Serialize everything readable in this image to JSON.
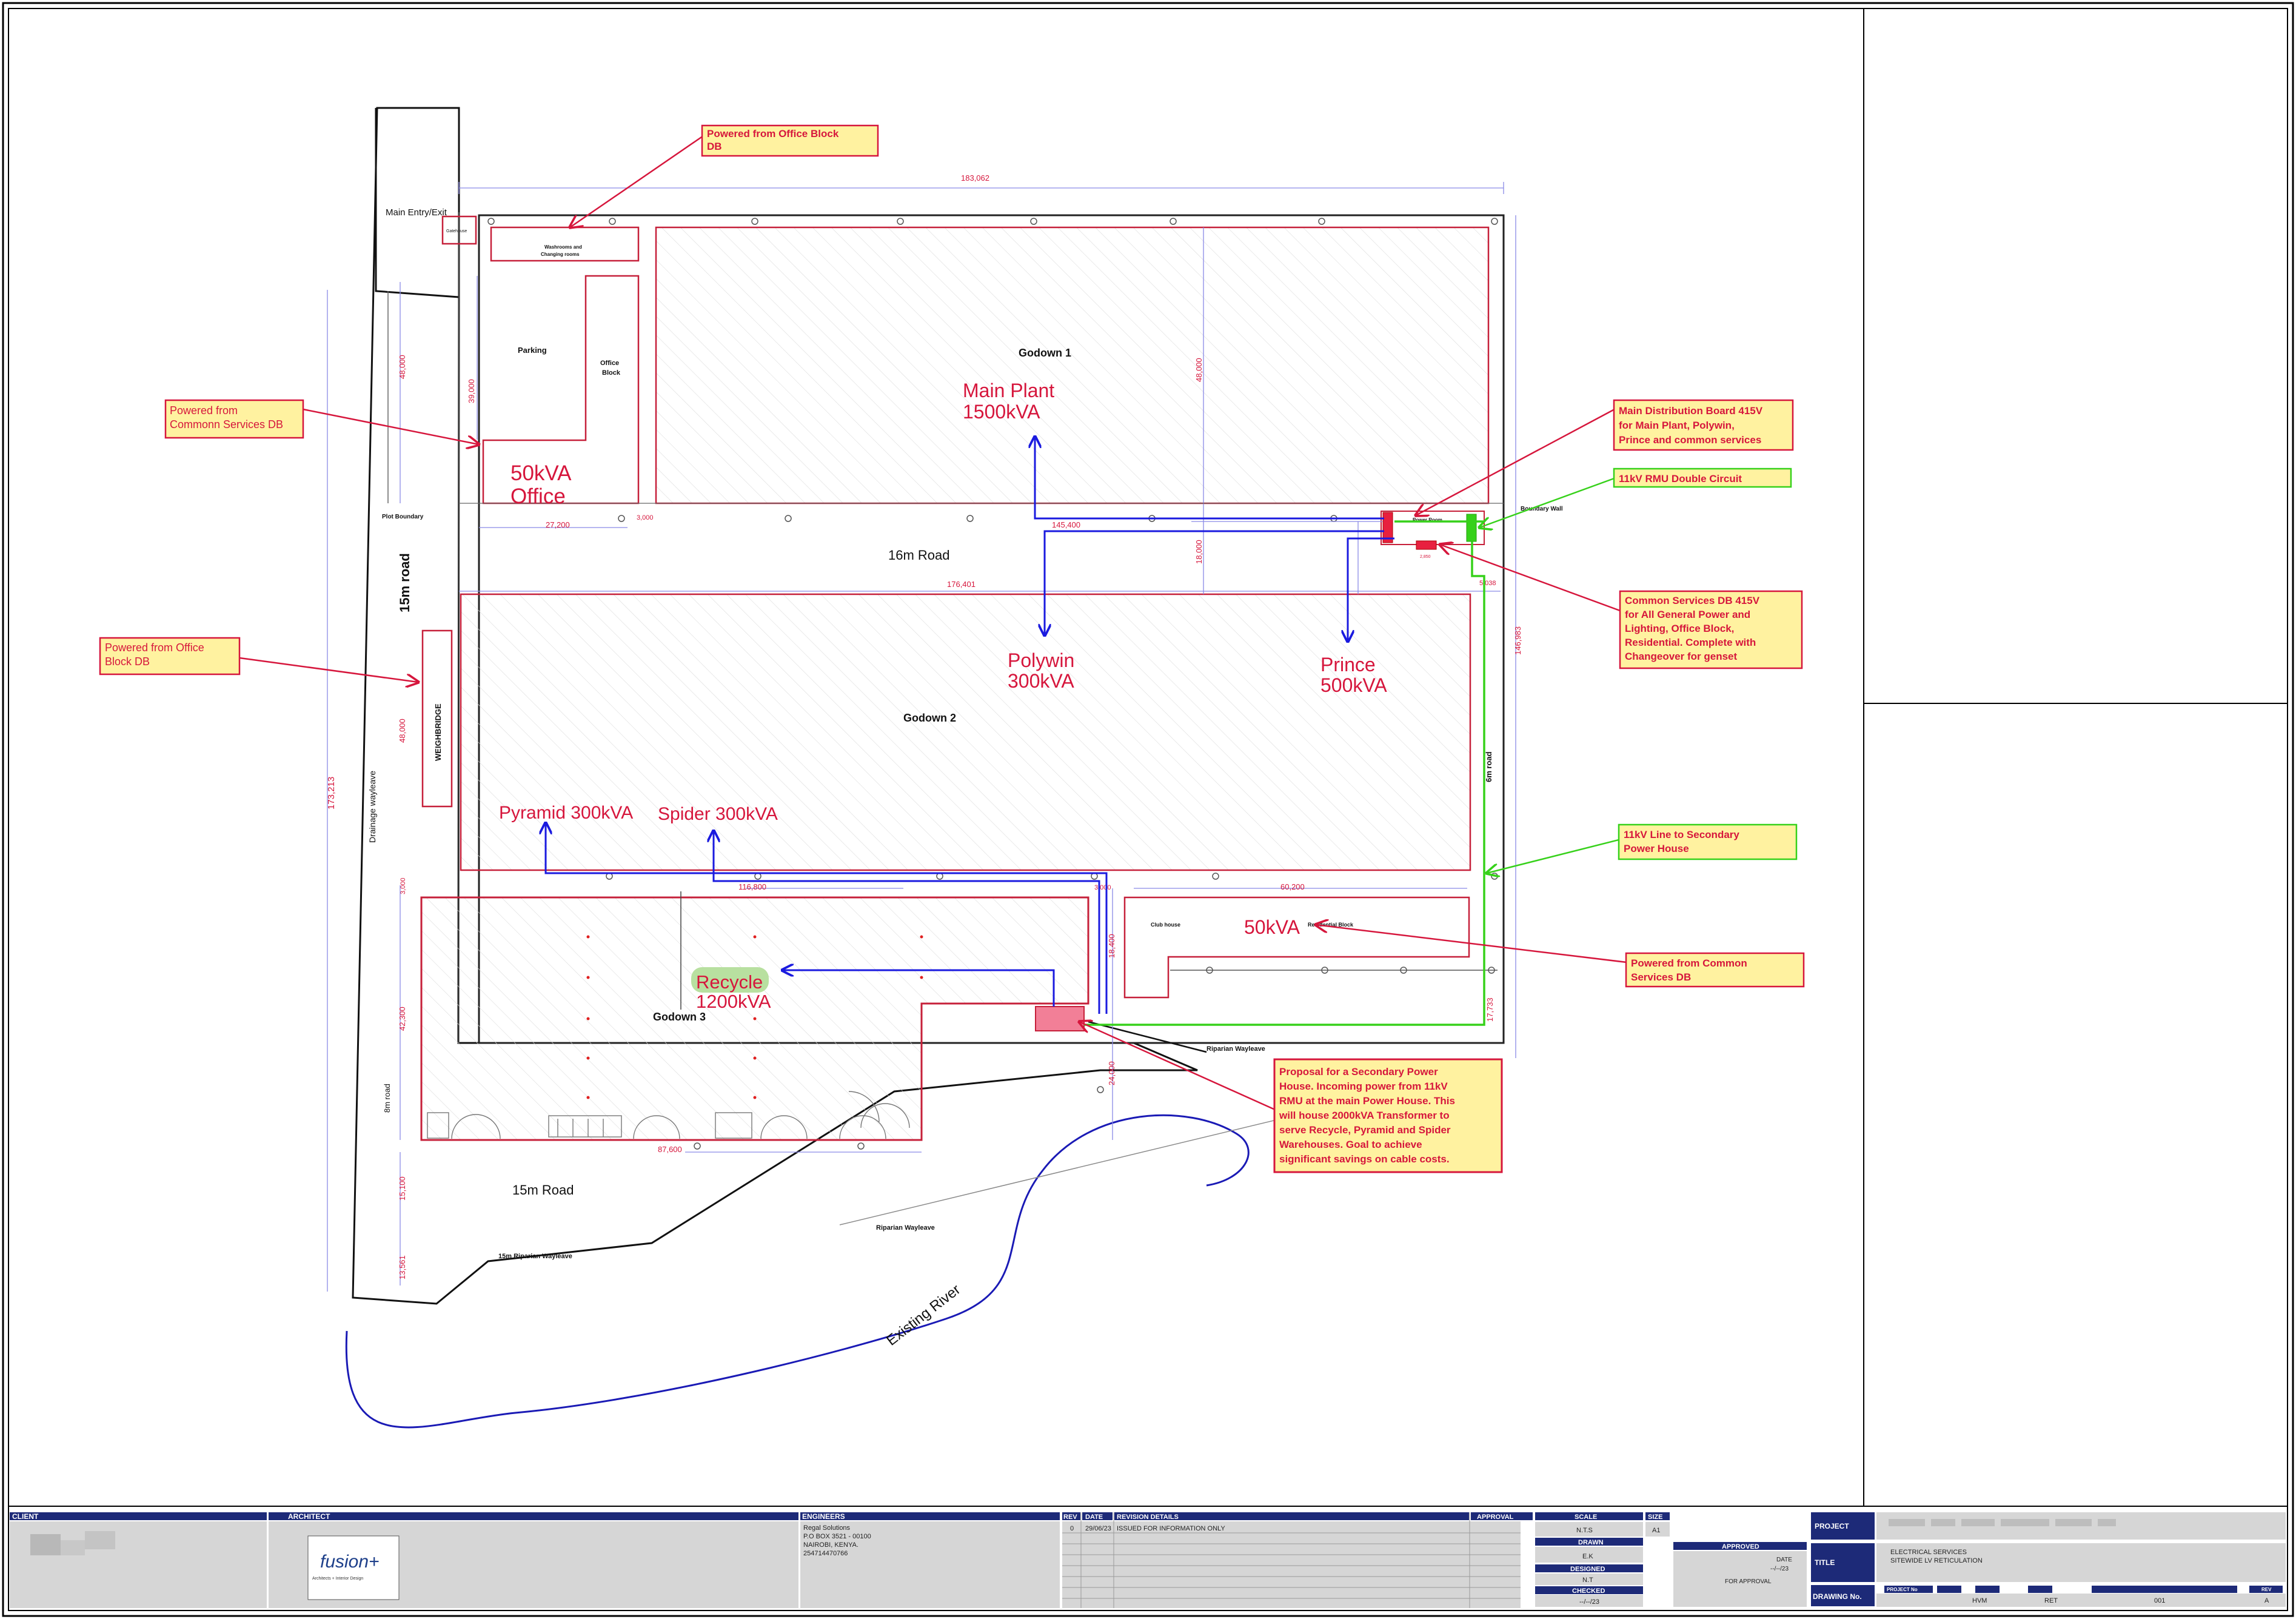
{
  "drawing": {
    "main_entry": "Main Entry/Exit",
    "gatehouse": "Gatehouse",
    "washrooms_line1": "Washrooms and",
    "washrooms_line2": "Changing rooms",
    "parking": "Parking",
    "office_block_line1": "Office",
    "office_block_line2": "Block",
    "office_load_line1": "50kVA",
    "office_load_line2": "Office",
    "godown1": "Godown 1",
    "godown2": "Godown 2",
    "godown3": "Godown 3",
    "main_plant_line1": "Main Plant",
    "main_plant_line2": "1500kVA",
    "polywin_line1": "Polywin",
    "polywin_line2": "300kVA",
    "prince_line1": "Prince",
    "prince_line2": "500kVA",
    "pyramid": "Pyramid 300kVA",
    "spider": "Spider 300kVA",
    "recycle_line1": "Recycle",
    "recycle_line2": "1200kVA",
    "residential_load": "50kVA",
    "club_house": "Club house",
    "residential_block": "Residential Block",
    "power_room": "Power Room",
    "boundary_wall": "Boundary Wall",
    "plot_boundary": "Plot Boundary",
    "road_16m": "16m Road",
    "road_15m_vertical": "15m road",
    "road_15m_bottom": "15m Road",
    "road_6m": "6m road",
    "road_8m": "8m road",
    "weighbridge": "WEIGHBRIDGE",
    "drainage": "Drainage wayleave",
    "riparian1": "Riparian Wayleave",
    "riparian2": "Riparian Wayleave",
    "riparian15": "15m Riparian Wayleave",
    "river": "Existing River"
  },
  "dimensions": {
    "d183062": "183,062",
    "d176401": "176,401",
    "d145400": "145,400",
    "d146983": "146,983",
    "d173213": "173,213",
    "d48000a": "48,000",
    "d48000b": "48,000",
    "d48000c": "48,000",
    "d39000": "39,000",
    "d27200": "27,200",
    "d3000a": "3,000",
    "d3000b": "3,000",
    "d3000c": "3,000",
    "d18000": "18,000",
    "d116800": "116,800",
    "d60200": "60,200",
    "d42300": "42,300",
    "d15100": "15,100",
    "d13561": "13,561",
    "d87600": "87,600",
    "d24000": "24,000",
    "d18400": "18,400",
    "d17733": "17,733",
    "d5038": "5,038",
    "d2850": "2,850"
  },
  "callouts": {
    "office_block_db": [
      "Powered from Office Block",
      "DB"
    ],
    "common_services_db_left": [
      "Powered from",
      "Commonn Services DB"
    ],
    "office_block_db_left": [
      "Powered from Office",
      "Block DB"
    ],
    "main_db": [
      "Main Distribution Board 415V",
      "for Main Plant, Polywin,",
      "Prince and common services"
    ],
    "rmu": [
      "11kV RMU Double Circuit"
    ],
    "common_db": [
      "Common Services DB 415V",
      "for All General Power and",
      "Lighting, Office Block,",
      "Residential. Complete with",
      "Changeover for genset"
    ],
    "line_secondary": [
      "11kV Line to Secondary",
      "Power House"
    ],
    "common_db_right": [
      "Powered from Common",
      "Services DB"
    ],
    "proposal": [
      "Proposal for a Secondary Power",
      "House. Incoming power from 11kV",
      "RMU at the main Power House. This",
      "will house 2000kVA Transformer to",
      "serve Recycle, Pyramid and  Spider",
      "Warehouses. Goal to achieve",
      "significant savings on cable costs."
    ]
  },
  "titleblock": {
    "client": "CLIENT",
    "architect": "ARCHITECT",
    "engineers": "ENGINEERS",
    "engineers_lines": [
      "Regal Solutions",
      "P.O BOX 3521 - 00100",
      "NAIROBI, KENYA.",
      "254714470766"
    ],
    "logo_text": "fusion+",
    "logo_sub": "Architects + Interior Design",
    "rev_h": "REV",
    "date_h": "DATE",
    "details_h": "REVISION DETAILS",
    "approval_h": "APPROVAL",
    "rev_0": "0",
    "date_0": "29/06/23",
    "details_0": "ISSUED FOR INFORMATION ONLY",
    "scale_h": "SCALE",
    "scale_v": "N.T.S",
    "size_h": "SIZE",
    "size_v": "A1",
    "drawn_h": "DRAWN",
    "drawn_v": "E.K",
    "designed_h": "DESIGNED",
    "designed_v": "N.T",
    "checked_h": "CHECKED",
    "checked_v": "--/--/23",
    "approved_h": "APPROVED",
    "approved_date": "DATE",
    "approved_date_v": "--/--/23",
    "for_approval": "FOR APPROVAL",
    "project_h": "PROJECT",
    "title_h": "TITLE",
    "title_l1": "ELECTRICAL SERVICES",
    "title_l2": "SITEWIDE LV RETICULATION",
    "drawing_no_h": "DRAWING No.",
    "project_no_h": "PROJECT No",
    "rev_h2": "REV",
    "dn1": "HVM",
    "dn2": "RET",
    "dn3": "001",
    "rev_v": "A"
  },
  "colors": {
    "accent_red": "#d6163c",
    "cable_blue": "#1a1adf",
    "hv_green": "#36d11a",
    "callout_fill": "#fff2a0",
    "titlebar_navy": "#1d2a78"
  }
}
